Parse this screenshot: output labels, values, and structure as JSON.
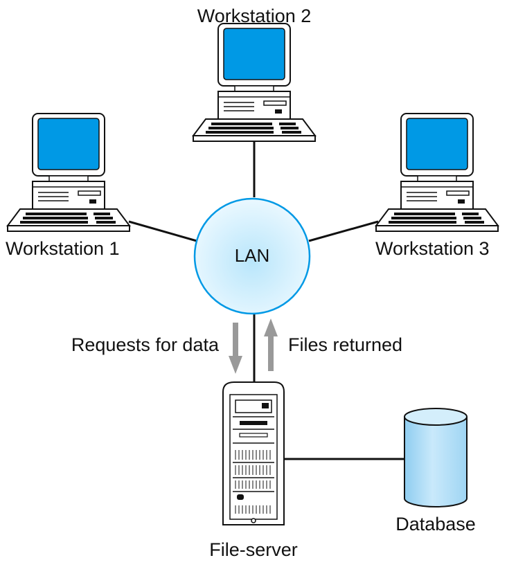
{
  "labels": {
    "workstation_1": "Workstation 1",
    "workstation_2": "Workstation 2",
    "workstation_3": "Workstation 3",
    "lan": "LAN",
    "requests": "Requests for data",
    "files": "Files returned",
    "file_server": "File-server",
    "database": "Database"
  },
  "colors": {
    "screen": "#0099e5",
    "line": "#111111",
    "arrow": "#999999",
    "lan_center": "#cfeeff",
    "lan_edge": "#e6f6ff",
    "cylinder_front": "#aad8f5",
    "cylinder_top": "#d4eefb"
  },
  "icons": {
    "workstation": "desktop-computer-icon",
    "server": "server-tower-icon",
    "database": "database-cylinder-icon",
    "network": "lan-hub"
  }
}
